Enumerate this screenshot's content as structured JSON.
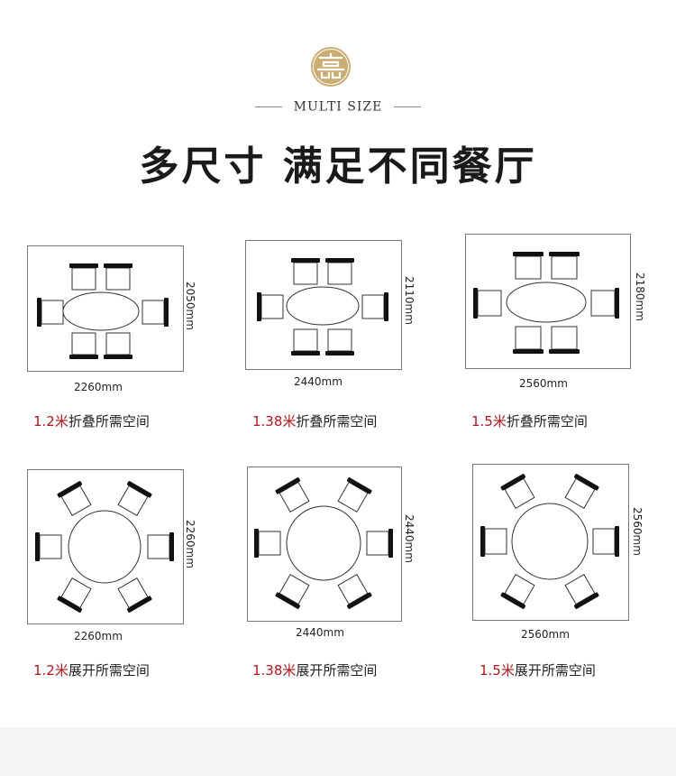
{
  "header": {
    "subtitle": "MULTI SIZE",
    "title": "多尺寸 满足不同餐厅",
    "accent_color": "#b3161b",
    "logo_icon": "chinese-shou-emblem-icon"
  },
  "layouts": [
    {
      "id": "fold-1-2",
      "table": "oval",
      "width_label": "2260mm",
      "depth_label": "2050mm",
      "size": "1.2米",
      "desc": "折叠所需空间"
    },
    {
      "id": "fold-1-38",
      "table": "oval",
      "width_label": "2440mm",
      "depth_label": "2110mm",
      "size": "1.38米",
      "desc": "折叠所需空间"
    },
    {
      "id": "fold-1-5",
      "table": "oval",
      "width_label": "2560mm",
      "depth_label": "2180mm",
      "size": "1.5米",
      "desc": "折叠所需空间"
    },
    {
      "id": "open-1-2",
      "table": "round",
      "width_label": "2260mm",
      "depth_label": "2260mm",
      "size": "1.2米",
      "desc": "展开所需空间"
    },
    {
      "id": "open-1-38",
      "table": "round",
      "width_label": "2440mm",
      "depth_label": "2440mm",
      "size": "1.38米",
      "desc": "展开所需空间"
    },
    {
      "id": "open-1-5",
      "table": "round",
      "width_label": "2560mm",
      "depth_label": "2560mm",
      "size": "1.5米",
      "desc": "展开所需空间"
    }
  ]
}
